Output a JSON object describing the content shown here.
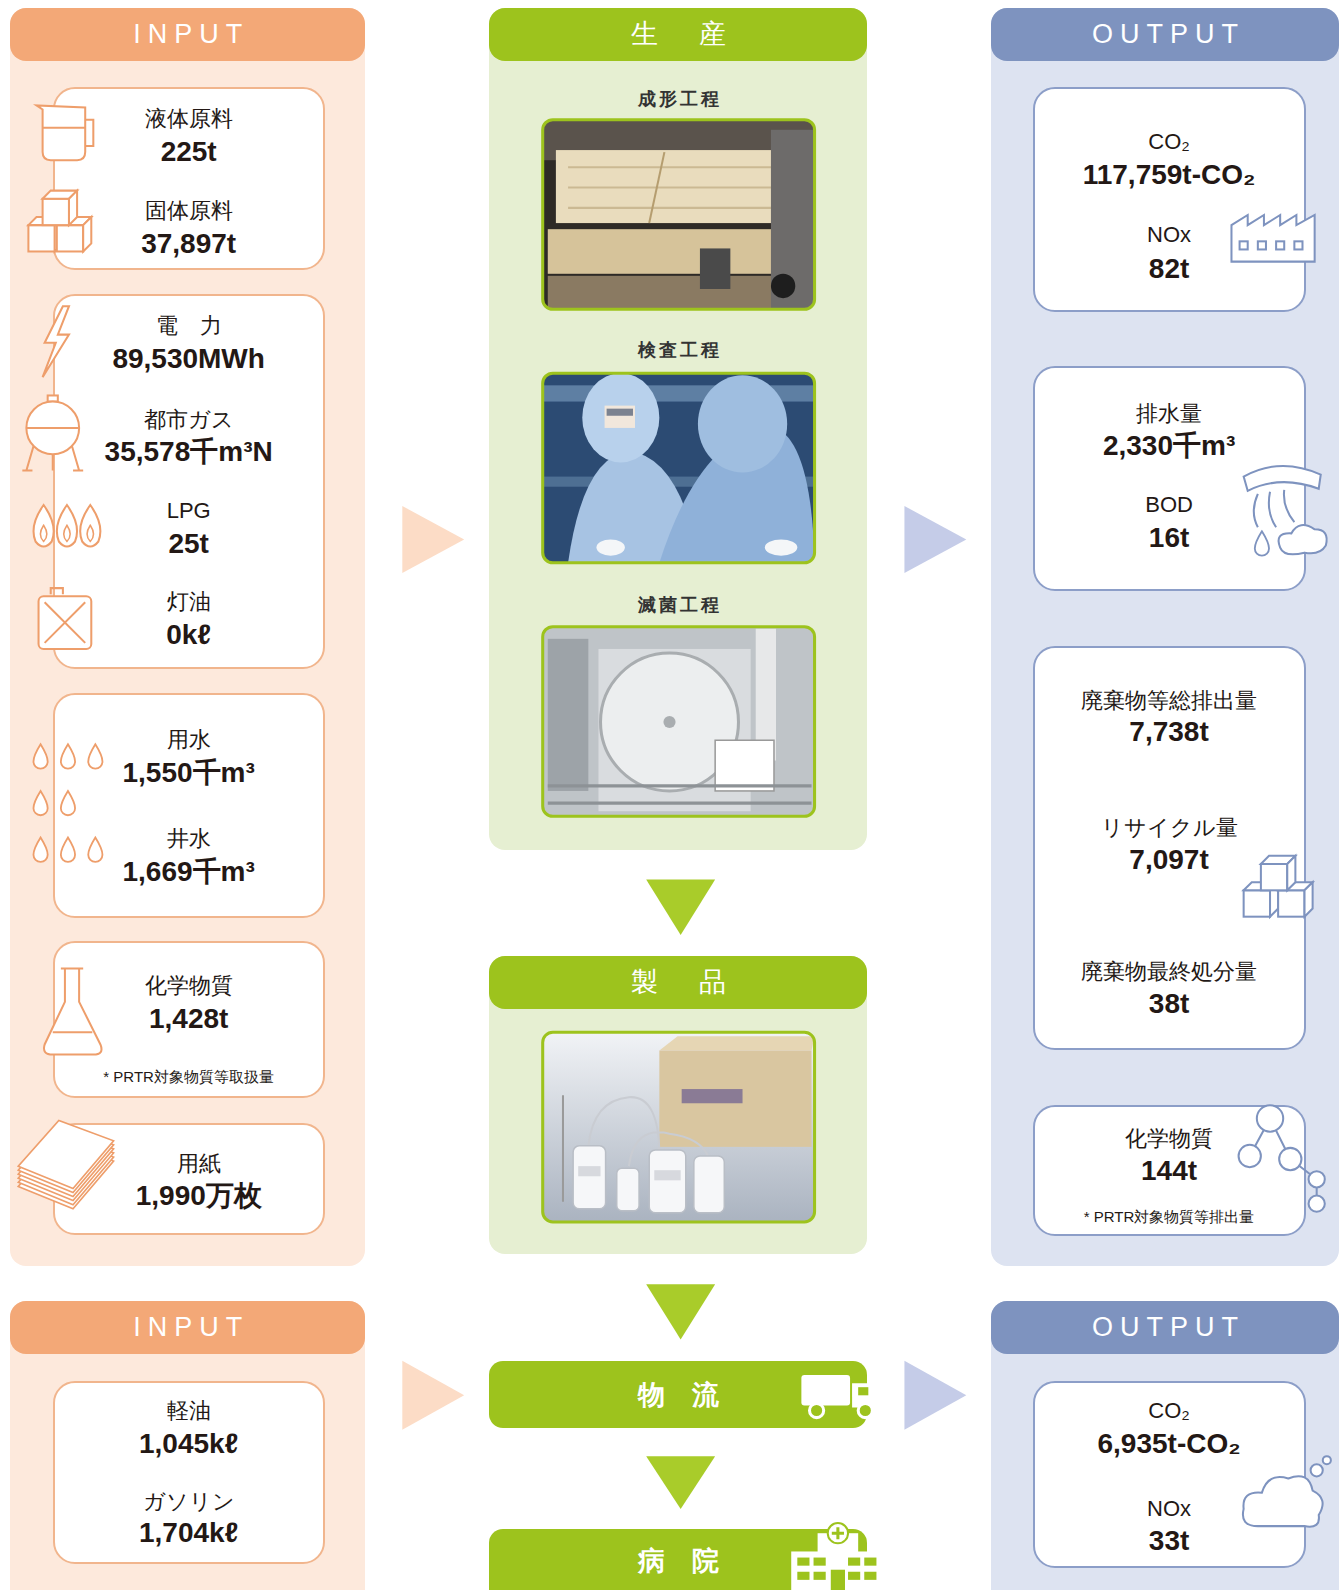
{
  "diagram": {
    "nodes": [
      {
        "text": [
          "INPUT"
        ]
      },
      {
        "text": [
          "液体原料",
          "225t",
          "固体原料",
          "37,897t"
        ],
        "in": 0
      },
      {
        "text": [
          "電　力",
          "89,530MWh",
          "都市ガス",
          "35,578千m³N",
          "LPG",
          "25t",
          "灯油",
          "0kℓ"
        ],
        "in": 0
      },
      {
        "text": [
          "用水",
          "1,550千m³",
          "井水",
          "1,669千m³"
        ],
        "in": 0
      },
      {
        "text": [
          "化学物質",
          "1,428t",
          "* PRTR対象物質等取扱量"
        ],
        "in": 0
      },
      {
        "text": [
          "用紙",
          "1,990万枚"
        ],
        "in": 0
      },
      {
        "text": [
          "生　産"
        ]
      },
      {
        "text": [
          "成形工程"
        ],
        "in": 6
      },
      {
        "text": [
          "検査工程"
        ],
        "in": 6
      },
      {
        "text": [
          "滅菌工程"
        ],
        "in": 6
      },
      {
        "text": [
          "製　品"
        ]
      },
      {
        "text": [
          "OUTPUT"
        ]
      },
      {
        "text": [
          "CO₂",
          "117,759t-CO₂",
          "NOx",
          "82t"
        ],
        "in": 11
      },
      {
        "text": [
          "排水量",
          "2,330千m³",
          "BOD",
          "16t"
        ],
        "in": 11
      },
      {
        "text": [
          "廃棄物等総排出量",
          "7,738t",
          "リサイクル量",
          "7,097t",
          "廃棄物最終処分量",
          "38t"
        ],
        "in": 11
      },
      {
        "text": [
          "化学物質",
          "144t",
          "* PRTR対象物質等排出量"
        ],
        "in": 11
      },
      {
        "text": [
          "INPUT"
        ]
      },
      {
        "text": [
          "軽油",
          "1,045kℓ",
          "ガソリン",
          "1,704kℓ"
        ],
        "in": 16
      },
      {
        "text": [
          "物　流"
        ]
      },
      {
        "text": [
          "病　院"
        ]
      },
      {
        "text": [
          "OUTPUT"
        ]
      },
      {
        "text": [
          "CO₂",
          "6,935t-CO₂",
          "NOx",
          "33t"
        ],
        "in": 20
      }
    ],
    "edges": [
      {
        "from": 0,
        "to": 6,
        "arrow": "to"
      },
      {
        "from": 6,
        "to": 11,
        "arrow": "to"
      },
      {
        "from": 6,
        "to": 10,
        "arrow": "to"
      },
      {
        "from": 10,
        "to": 18,
        "arrow": "to"
      },
      {
        "from": 18,
        "to": 19,
        "arrow": "to"
      },
      {
        "from": 16,
        "to": 18,
        "arrow": "to"
      },
      {
        "from": 18,
        "to": 20,
        "arrow": "to"
      }
    ]
  }
}
